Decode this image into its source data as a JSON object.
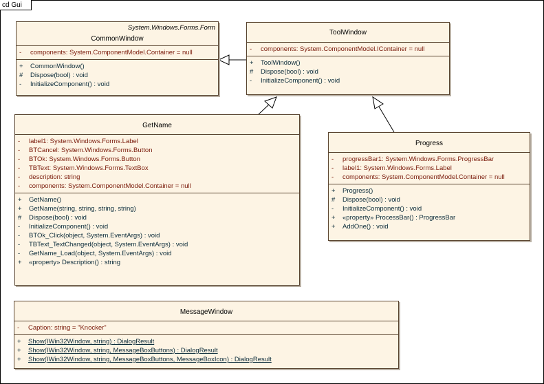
{
  "frame": {
    "label": "cd Gui"
  },
  "classes": {
    "common_window": {
      "name": "CommonWindow",
      "stereotype": "System.Windows.Forms.Form",
      "attributes": [
        {
          "vis": "-",
          "text": "components:  System.ComponentModel.Container = null"
        }
      ],
      "operations": [
        {
          "vis": "+",
          "text": "CommonWindow()"
        },
        {
          "vis": "#",
          "text": "Dispose(bool) : void"
        },
        {
          "vis": "-",
          "text": "InitializeComponent() : void"
        }
      ]
    },
    "tool_window": {
      "name": "ToolWindow",
      "attributes": [
        {
          "vis": "-",
          "text": "components:  System.ComponentModel.IContainer = null"
        }
      ],
      "operations": [
        {
          "vis": "+",
          "text": "ToolWindow()"
        },
        {
          "vis": "#",
          "text": "Dispose(bool) : void"
        },
        {
          "vis": "-",
          "text": "InitializeComponent() : void"
        }
      ]
    },
    "get_name": {
      "name": "GetName",
      "attributes": [
        {
          "vis": "-",
          "text": "label1:  System.Windows.Forms.Label"
        },
        {
          "vis": "-",
          "text": "BTCancel:  System.Windows.Forms.Button"
        },
        {
          "vis": "-",
          "text": "BTOk:  System.Windows.Forms.Button"
        },
        {
          "vis": "-",
          "text": "TBText:  System.Windows.Forms.TextBox"
        },
        {
          "vis": "-",
          "text": "description:  string"
        },
        {
          "vis": "-",
          "text": "components:  System.ComponentModel.Container = null"
        }
      ],
      "operations": [
        {
          "vis": "+",
          "text": "GetName()"
        },
        {
          "vis": "+",
          "text": "GetName(string, string, string, string)"
        },
        {
          "vis": "#",
          "text": "Dispose(bool) : void"
        },
        {
          "vis": "-",
          "text": "InitializeComponent() : void"
        },
        {
          "vis": "-",
          "text": "BTOk_Click(object, System.EventArgs) : void"
        },
        {
          "vis": "-",
          "text": "TBText_TextChanged(object, System.EventArgs) : void"
        },
        {
          "vis": "-",
          "text": "GetName_Load(object, System.EventArgs) : void"
        },
        {
          "vis": "+",
          "text": "«property» Description() : string"
        }
      ]
    },
    "progress": {
      "name": "Progress",
      "attributes": [
        {
          "vis": "-",
          "text": "progressBar1:  System.Windows.Forms.ProgressBar"
        },
        {
          "vis": "-",
          "text": "label1:  System.Windows.Forms.Label"
        },
        {
          "vis": "-",
          "text": "components:  System.ComponentModel.Container = null"
        }
      ],
      "operations": [
        {
          "vis": "+",
          "text": "Progress()"
        },
        {
          "vis": "#",
          "text": "Dispose(bool) : void"
        },
        {
          "vis": "-",
          "text": "InitializeComponent() : void"
        },
        {
          "vis": "+",
          "text": "«property» ProcessBar() : ProgressBar"
        },
        {
          "vis": "+",
          "text": "AddOne() : void"
        }
      ]
    },
    "message_window": {
      "name": "MessageWindow",
      "attributes": [
        {
          "vis": "-",
          "text": "Caption:  string = \"Knocker\""
        }
      ],
      "operations": [
        {
          "vis": "+",
          "text": "Show(IWin32Window, string) : DialogResult"
        },
        {
          "vis": "+",
          "text": "Show(IWin32Window, string, MessageBoxButtons) : DialogResult"
        },
        {
          "vis": "+",
          "text": "Show(IWin32Window, string, MessageBoxButtons, MessageBoxIcon) : DialogResult"
        }
      ]
    }
  },
  "relations": [
    {
      "type": "generalization",
      "from": "ToolWindow",
      "to": "CommonWindow"
    },
    {
      "type": "generalization",
      "from": "GetName",
      "to": "ToolWindow"
    },
    {
      "type": "generalization",
      "from": "Progress",
      "to": "ToolWindow"
    }
  ]
}
